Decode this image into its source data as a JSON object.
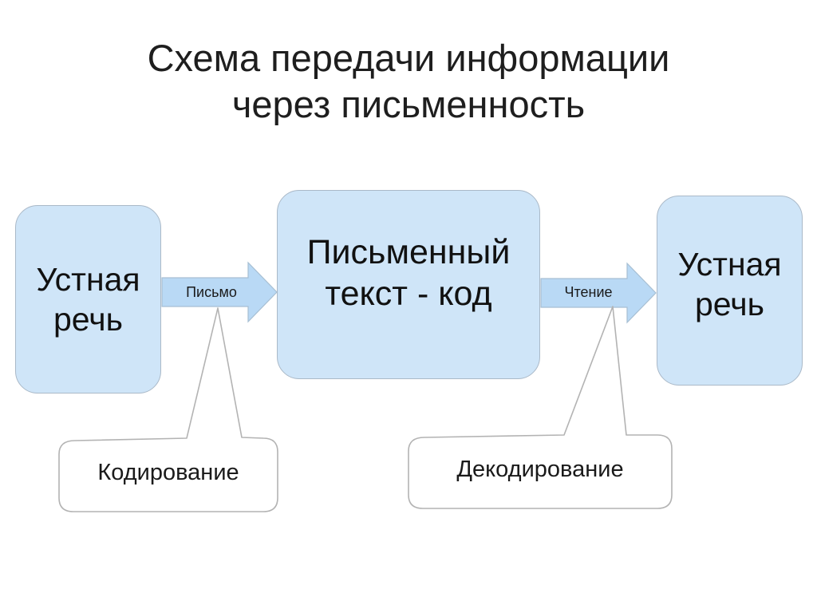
{
  "title": {
    "line1": "Схема передачи информации",
    "line2": "через письменность"
  },
  "boxes": {
    "oral_left": "Устная\nречь",
    "written": "Письменный\nтекст - код",
    "oral_right": "Устная\nречь"
  },
  "arrows": {
    "writing": "Письмо",
    "reading": "Чтение"
  },
  "callouts": {
    "coding": "Кодирование",
    "decoding": "Декодирование"
  },
  "colors": {
    "box_fill": "#cfe5f8",
    "arrow_fill": "#b9d9f5",
    "outline": "#aab9c8"
  }
}
